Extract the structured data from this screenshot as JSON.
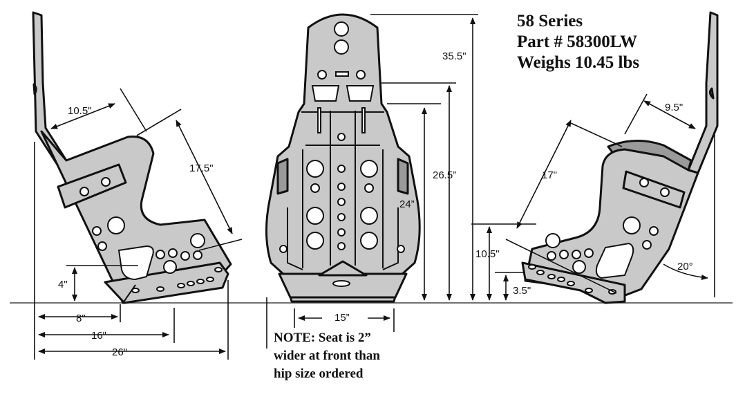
{
  "header": {
    "series": "58 Series",
    "part": "Part # 58300LW",
    "weight": "Weighs 10.45 lbs"
  },
  "note": {
    "line1": "NOTE:  Seat is 2”",
    "line2": "wider at front than",
    "line3": "hip size ordered"
  },
  "dimensions": {
    "left_shoulder": "10.5\"",
    "left_back": "17.5\"",
    "left_height": "4\"",
    "left_depth_8": "8\"",
    "left_depth_16": "16\"",
    "left_depth_26": "26\"",
    "front_total": "35.5\"",
    "front_shoulder": "26.5”",
    "front_mid": "24”",
    "front_width": "15”",
    "right_shoulder": "9.5\"",
    "right_back": "17\"",
    "right_height": "10.5\"",
    "right_low": "3.5\"",
    "right_angle": "20°"
  }
}
